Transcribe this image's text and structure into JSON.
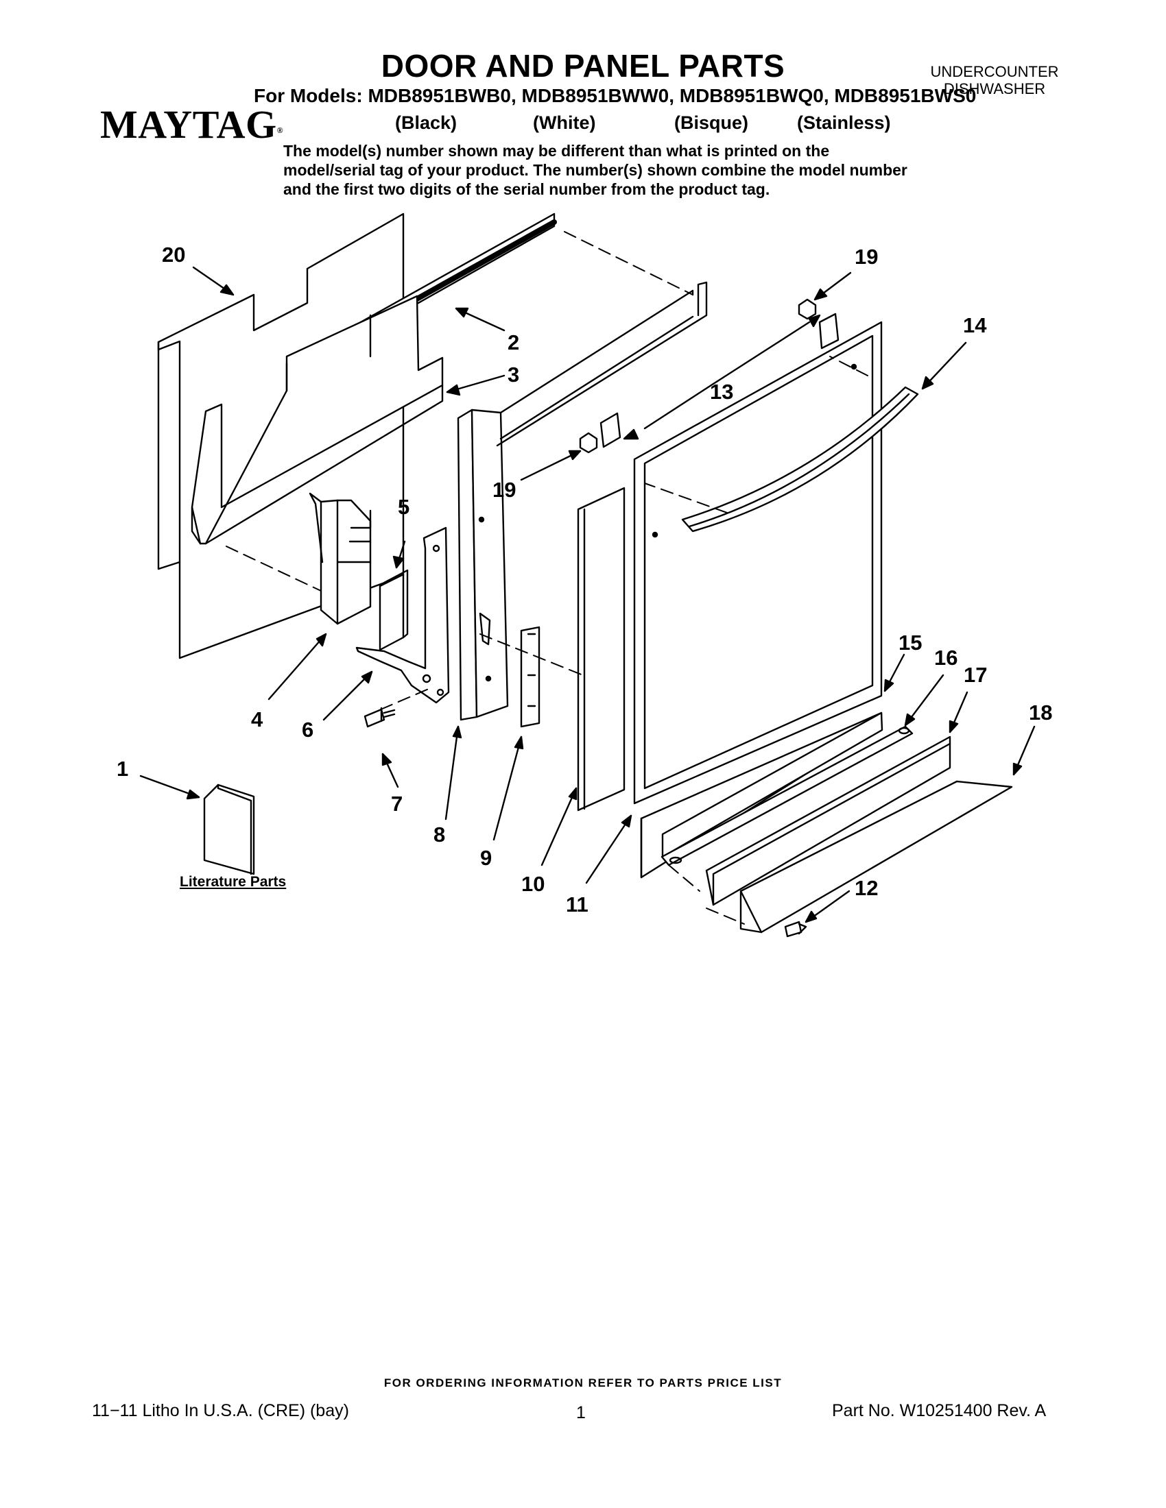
{
  "header": {
    "title": "DOOR AND PANEL PARTS",
    "models_line": "For Models: MDB8951BWB0, MDB8951BWW0, MDB8951BWQ0, MDB8951BWS0",
    "product_line1": "UNDERCOUNTER",
    "product_line2": "DISHWASHER",
    "brand": "MAYTAG",
    "brand_mark": "®",
    "colors": [
      "(Black)",
      "(White)",
      "(Bisque)",
      "(Stainless)"
    ],
    "notice": "The model(s) number shown may be different than what is printed on the model/serial tag of your product. The number(s) shown combine the model number and the first two digits of the serial number from the product tag."
  },
  "diagram": {
    "callouts": [
      "20",
      "2",
      "3",
      "19",
      "14",
      "13",
      "19",
      "5",
      "4",
      "6",
      "7",
      "8",
      "9",
      "10",
      "11",
      "15",
      "16",
      "17",
      "18",
      "1",
      "12"
    ],
    "literature_label": "Literature Parts"
  },
  "footer": {
    "ordering": "FOR ORDERING INFORMATION REFER TO PARTS PRICE LIST",
    "litho": "11−11 Litho In U.S.A. (CRE) (bay)",
    "page": "1",
    "part_no": "Part No. W10251400 Rev. A"
  }
}
